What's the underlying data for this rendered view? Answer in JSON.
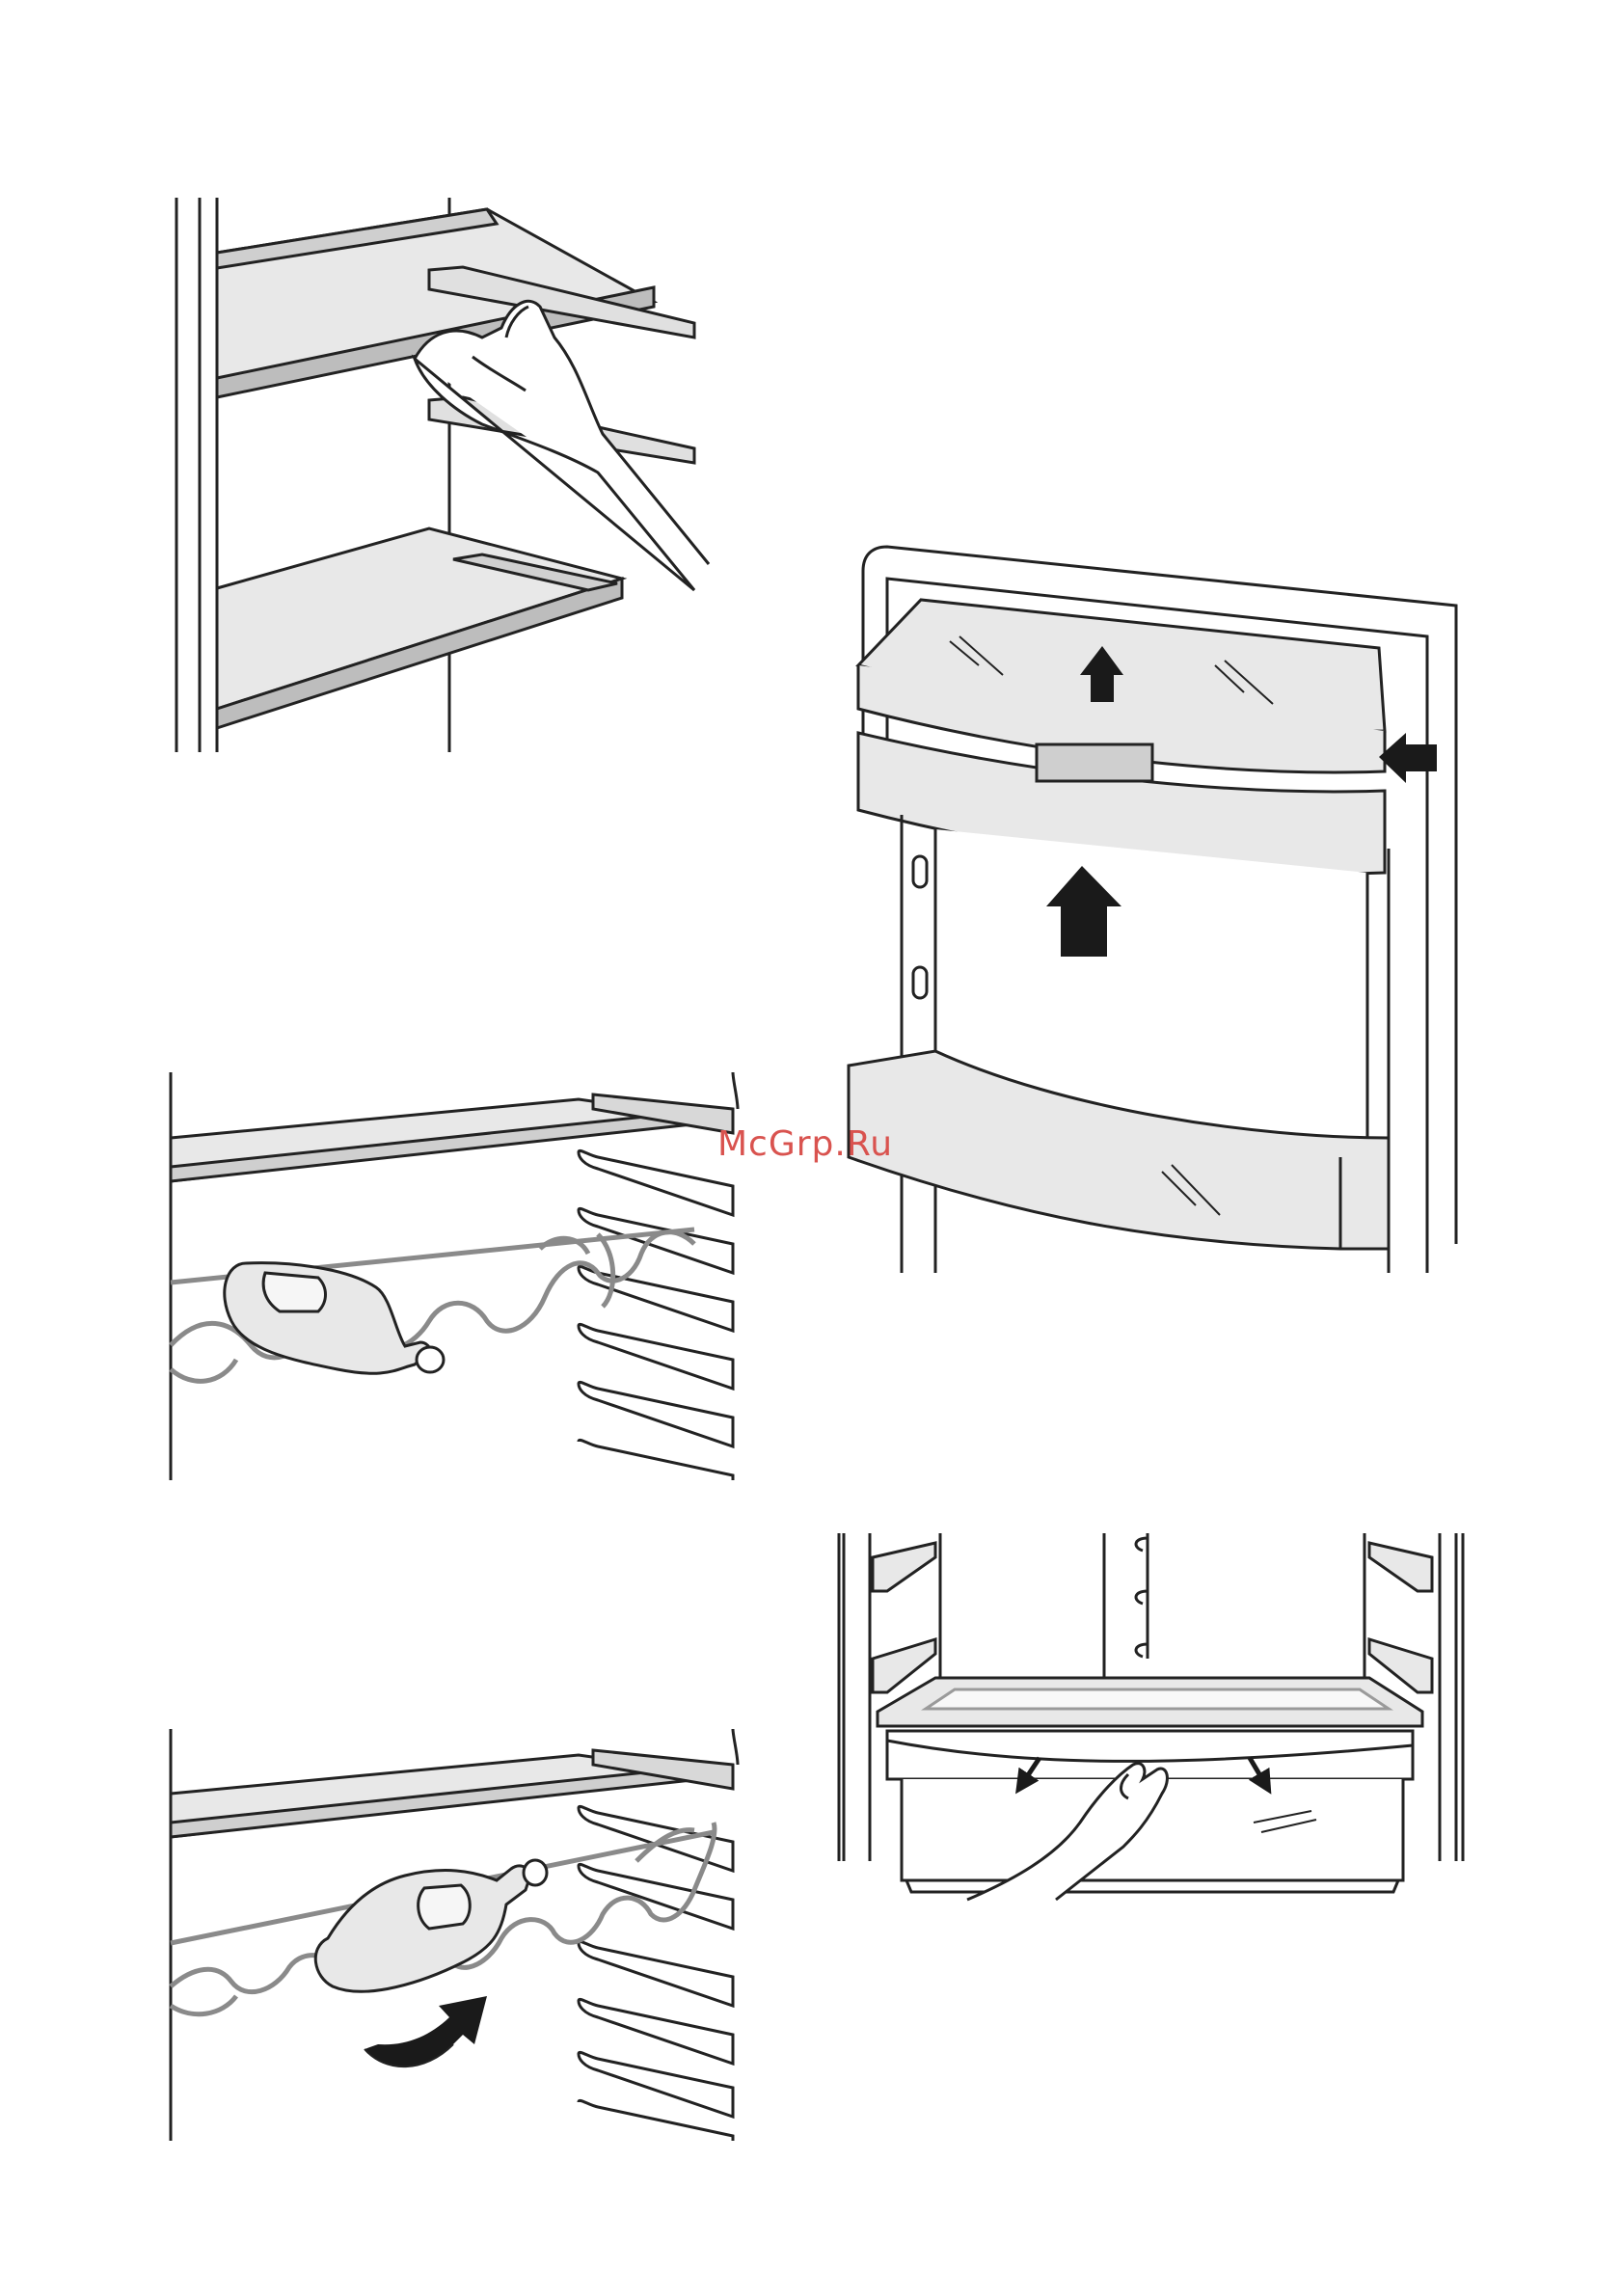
{
  "watermark": {
    "text": "McGrp.Ru",
    "color": "#d9534f"
  },
  "colors": {
    "line": "#222222",
    "panel": "#e8e8e8",
    "panel_dark": "#bdbdbd",
    "rack": "#8a8a8a",
    "arrow": "#1a1a1a"
  },
  "illustrations": [
    {
      "id": "shelf-removal",
      "icons": [
        "shelf-icon",
        "hand-icon"
      ]
    },
    {
      "id": "door-balcony-removal",
      "icons": [
        "arrow-up-icon",
        "arrow-left-icon"
      ]
    },
    {
      "id": "wine-rack-top",
      "icons": [
        "wine-rack-icon",
        "bottle-icon"
      ]
    },
    {
      "id": "wine-rack-bottom",
      "icons": [
        "wine-rack-icon",
        "bottle-icon",
        "curved-arrow-icon"
      ]
    },
    {
      "id": "crisper-drawer-removal",
      "icons": [
        "drawer-icon",
        "hand-icon",
        "arrow-down-icon"
      ]
    }
  ]
}
